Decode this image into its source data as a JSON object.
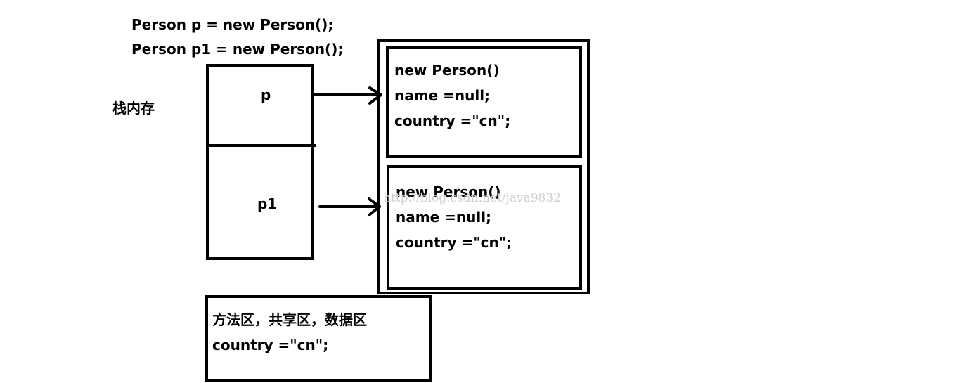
{
  "code": {
    "line1": "Person p = new Person();",
    "line2": "Person p1 = new Person();"
  },
  "stack": {
    "label": "栈内存",
    "var1": "p",
    "var2": "p1"
  },
  "heap": {
    "obj1": {
      "line1": "new Person()",
      "line2": "name =null;",
      "line3": "country =\"cn\";"
    },
    "obj2": {
      "line1": "new Person()",
      "line2": "name =null;",
      "line3": "country =\"cn\";"
    }
  },
  "method_area": {
    "line1": "方法区，共享区，数据区",
    "line2": "country =\"cn\";"
  },
  "watermark": "http://blog.csdn.net/java9832"
}
